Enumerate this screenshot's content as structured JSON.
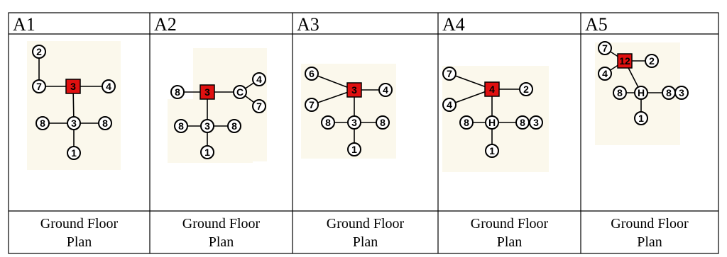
{
  "top_caption_fragment": "...",
  "columns": [
    {
      "header": "A1",
      "caption_line1": "Ground Floor",
      "caption_line2": "Plan",
      "nodes": [
        {
          "id": "c2",
          "shape": "circle",
          "label": "2"
        },
        {
          "id": "c7",
          "shape": "circle",
          "label": "7"
        },
        {
          "id": "s3",
          "shape": "square",
          "label": "3"
        },
        {
          "id": "c4",
          "shape": "circle",
          "label": "4"
        },
        {
          "id": "c8a",
          "shape": "circle",
          "label": "8"
        },
        {
          "id": "c3",
          "shape": "circle",
          "label": "3"
        },
        {
          "id": "c8b",
          "shape": "circle",
          "label": "8"
        },
        {
          "id": "c1",
          "shape": "circle",
          "label": "1"
        }
      ],
      "edges": [
        [
          "c2",
          "c7"
        ],
        [
          "c7",
          "s3"
        ],
        [
          "s3",
          "c4"
        ],
        [
          "s3",
          "c3"
        ],
        [
          "c8a",
          "c3"
        ],
        [
          "c3",
          "c8b"
        ],
        [
          "c3",
          "c1"
        ]
      ]
    },
    {
      "header": "A2",
      "caption_line1": "Ground Floor",
      "caption_line2": "Plan",
      "nodes": [
        {
          "id": "c8a",
          "shape": "circle",
          "label": "8"
        },
        {
          "id": "s3",
          "shape": "square",
          "label": "3"
        },
        {
          "id": "cC",
          "shape": "circle",
          "label": "C"
        },
        {
          "id": "c4",
          "shape": "circle",
          "label": "4"
        },
        {
          "id": "c7",
          "shape": "circle",
          "label": "7"
        },
        {
          "id": "c8b",
          "shape": "circle",
          "label": "8"
        },
        {
          "id": "c3",
          "shape": "circle",
          "label": "3"
        },
        {
          "id": "c8c",
          "shape": "circle",
          "label": "8"
        },
        {
          "id": "c1",
          "shape": "circle",
          "label": "1"
        }
      ],
      "edges": [
        [
          "c8a",
          "s3"
        ],
        [
          "s3",
          "cC"
        ],
        [
          "cC",
          "c4"
        ],
        [
          "cC",
          "c7"
        ],
        [
          "s3",
          "c3"
        ],
        [
          "c8b",
          "c3"
        ],
        [
          "c3",
          "c8c"
        ],
        [
          "c3",
          "c1"
        ]
      ]
    },
    {
      "header": "A3",
      "caption_line1": "Ground Floor",
      "caption_line2": "Plan",
      "nodes": [
        {
          "id": "c6",
          "shape": "circle",
          "label": "6"
        },
        {
          "id": "s3",
          "shape": "square",
          "label": "3"
        },
        {
          "id": "c4",
          "shape": "circle",
          "label": "4"
        },
        {
          "id": "c7",
          "shape": "circle",
          "label": "7"
        },
        {
          "id": "c8a",
          "shape": "circle",
          "label": "8"
        },
        {
          "id": "c3",
          "shape": "circle",
          "label": "3"
        },
        {
          "id": "c8b",
          "shape": "circle",
          "label": "8"
        },
        {
          "id": "c1",
          "shape": "circle",
          "label": "1"
        }
      ],
      "edges": [
        [
          "c6",
          "s3"
        ],
        [
          "c7",
          "s3"
        ],
        [
          "s3",
          "c4"
        ],
        [
          "s3",
          "c3"
        ],
        [
          "c8a",
          "c3"
        ],
        [
          "c3",
          "c8b"
        ],
        [
          "c3",
          "c1"
        ]
      ]
    },
    {
      "header": "A4",
      "caption_line1": "Ground Floor",
      "caption_line2": "Plan",
      "nodes": [
        {
          "id": "c7",
          "shape": "circle",
          "label": "7"
        },
        {
          "id": "s4",
          "shape": "square",
          "label": "4"
        },
        {
          "id": "c2",
          "shape": "circle",
          "label": "2"
        },
        {
          "id": "c4",
          "shape": "circle",
          "label": "4"
        },
        {
          "id": "c8",
          "shape": "circle",
          "label": "8"
        },
        {
          "id": "cH",
          "shape": "circle",
          "label": "H"
        },
        {
          "id": "c8b",
          "shape": "circle",
          "label": "8"
        },
        {
          "id": "c3",
          "shape": "circle",
          "label": "3"
        },
        {
          "id": "c1",
          "shape": "circle",
          "label": "1"
        }
      ],
      "edges": [
        [
          "c7",
          "s4"
        ],
        [
          "c4",
          "s4"
        ],
        [
          "s4",
          "c2"
        ],
        [
          "s4",
          "cH"
        ],
        [
          "c8",
          "cH"
        ],
        [
          "cH",
          "c8b"
        ],
        [
          "cH",
          "c1"
        ]
      ]
    },
    {
      "header": "A5",
      "caption_line1": "Ground Floor",
      "caption_line2": "Plan",
      "nodes": [
        {
          "id": "c7",
          "shape": "circle",
          "label": "7"
        },
        {
          "id": "s12",
          "shape": "square",
          "label": "12"
        },
        {
          "id": "c2",
          "shape": "circle",
          "label": "2"
        },
        {
          "id": "c4",
          "shape": "circle",
          "label": "4"
        },
        {
          "id": "c8",
          "shape": "circle",
          "label": "8"
        },
        {
          "id": "cH",
          "shape": "circle",
          "label": "H"
        },
        {
          "id": "c8b",
          "shape": "circle",
          "label": "8"
        },
        {
          "id": "c3",
          "shape": "circle",
          "label": "3"
        },
        {
          "id": "c1",
          "shape": "circle",
          "label": "1"
        }
      ],
      "edges": [
        [
          "c7",
          "s12"
        ],
        [
          "c4",
          "s12"
        ],
        [
          "s12",
          "c2"
        ],
        [
          "s12",
          "cH"
        ],
        [
          "c8",
          "cH"
        ],
        [
          "cH",
          "c8b"
        ],
        [
          "cH",
          "c1"
        ]
      ]
    }
  ],
  "colors": {
    "room_red": "#e01010",
    "panel_bg": "#fbf8ec",
    "line": "#000000"
  }
}
